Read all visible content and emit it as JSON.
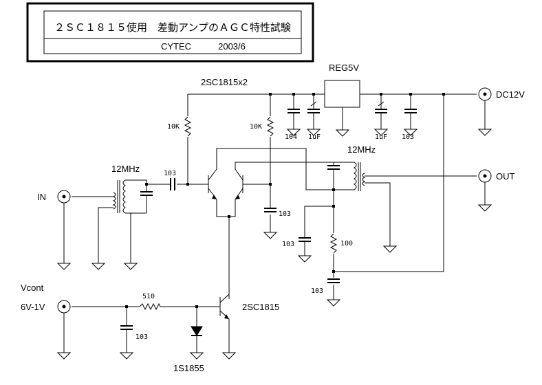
{
  "title_block": {
    "title": "２ＳＣ１８１５使用　差動アンプのＡＧＣ特性試験",
    "author": "CYTEC",
    "date": "2003/6"
  },
  "labels": {
    "transistor_pair": "2SC1815x2",
    "regulator": "REG5V",
    "dc_input": "DC12V",
    "output": "OUT",
    "input": "IN",
    "vcont": "Vcont",
    "vcont_range": "6V-1V",
    "xtal_in": "12MHz",
    "xtal_out": "12MHz",
    "res_10k_a": "10K",
    "res_10k_b": "10K",
    "cap_104": "104",
    "cap_1uf_a": "1uF",
    "cap_1uf_b": "1uF",
    "cap_103_reg": "103",
    "cap_103_couple": "103",
    "cap_103_base": "103",
    "cap_103_tank": "103",
    "cap_103_emit": "103",
    "cap_103_vcont": "103",
    "res_100": "100",
    "res_510": "510",
    "transistor_ctrl": "2SC1815",
    "diode": "1S1855"
  }
}
